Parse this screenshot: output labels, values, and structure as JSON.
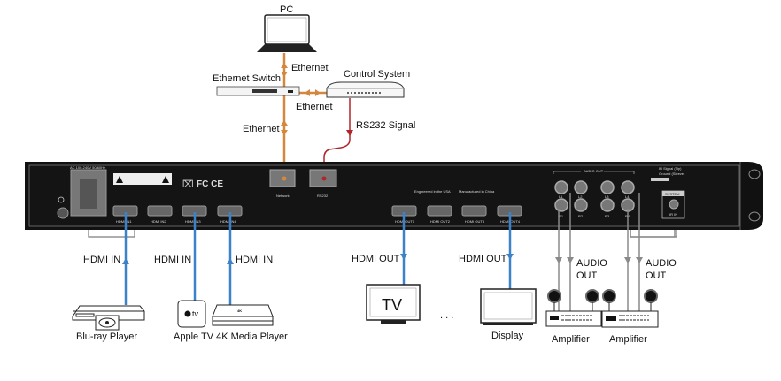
{
  "colors": {
    "ethernet": "#d4883f",
    "rs232": "#b0262b",
    "hdmi": "#3b82c9",
    "audio": "#8a8a8a",
    "chassis": "#111111"
  },
  "devices": {
    "pc": "PC",
    "ethernet_switch": "Ethernet Switch",
    "control_system": "Control System",
    "bluray": "Blu-ray Player",
    "apple_tv": "Apple TV 4K Media Player",
    "apple_tv_logo": "tv",
    "media_player_logo": "4K",
    "tv": "TV",
    "tv_screen_text": "TV",
    "display": "Display",
    "amplifier_1": "Amplifier",
    "amplifier_2": "Amplifier",
    "ellipsis": ". . ."
  },
  "connections": {
    "ethernet_pc": "Ethernet",
    "ethernet_control": "Ethernet",
    "ethernet_device": "Ethernet",
    "rs232": "RS232 Signal",
    "hdmi_in_1": "HDMI IN",
    "hdmi_in_2": "HDMI IN",
    "hdmi_in_3": "HDMI IN",
    "hdmi_out_1": "HDMI OUT",
    "hdmi_out_2": "HDMI OUT",
    "audio_out_1": [
      "AUDIO",
      "OUT"
    ],
    "audio_out_2": [
      "AUDIO",
      "OUT"
    ]
  },
  "panel": {
    "power": "AC 100-240V 50/60Hz",
    "hdmi_in": [
      "HDMI IN1",
      "HDMI IN2",
      "HDMI IN3",
      "HDMI IN4"
    ],
    "hdmi_out": [
      "HDMI OUT1",
      "HDMI OUT2",
      "HDMI OUT3",
      "HDMI OUT4"
    ],
    "network": "Network",
    "rs232": "RS232",
    "engineered": "Engineered in the USA",
    "manufactured": "Manufactured in China",
    "audio_out": "AUDIO OUT",
    "audio_ports": [
      "L1",
      "L2",
      "L3",
      "L4",
      "R1",
      "R2",
      "R3",
      "R4"
    ],
    "ir_signal": "IR Signal (Tip)",
    "ground": "Ground (Sleeve)",
    "system": "SYSTEM",
    "ir_in": "IR IN",
    "certs": "FC CE"
  }
}
